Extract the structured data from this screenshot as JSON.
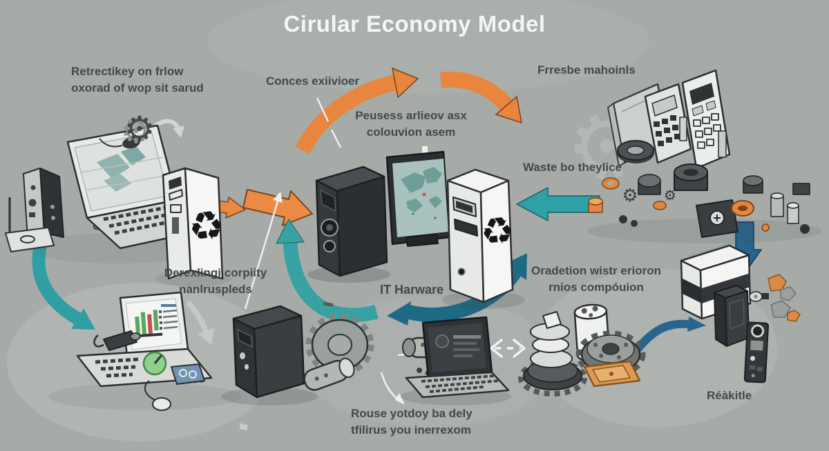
{
  "title": "Cirular Economy Model",
  "labels": {
    "acquisition": {
      "line1": "Retrectikey on frlow",
      "line2": "oxorad of wop sit sarud"
    },
    "concept": {
      "line1": "Conces exiivioer"
    },
    "process": {
      "line1": "Peusess arlieov asx",
      "line2": "colouvion asem"
    },
    "fresh_materials": {
      "line1": "Frresbe mahoinls"
    },
    "waste": {
      "line1": "Waste bo theylice"
    },
    "dismantling": {
      "line1": "Derexlingi corpiity",
      "line2": "nanlruspleds"
    },
    "it_hardware": {
      "line1": "IT Harware"
    },
    "operation": {
      "line1": "Oradetion wistr erioron",
      "line2": "rnios compóuion"
    },
    "reuse": {
      "line1": "Rouse yotdoy ba dely",
      "line2": "tfilirus you inerrexom"
    },
    "recycle": {
      "line1": "Réàkitle"
    }
  },
  "icons": {
    "recycle_glyph": "♻",
    "gear_glyph": "⚙"
  },
  "colors": {
    "background": "#a6aba8",
    "title_text": "#f4f6f4",
    "label_text": "#42474a",
    "orange_arrow": "#e8853f",
    "teal_arrow": "#2f9fa4",
    "dark_blue_arrow": "#27658e",
    "dark_arc": "#1e6a85",
    "device_dark": "#33373a",
    "device_light": "#eff1ee"
  }
}
